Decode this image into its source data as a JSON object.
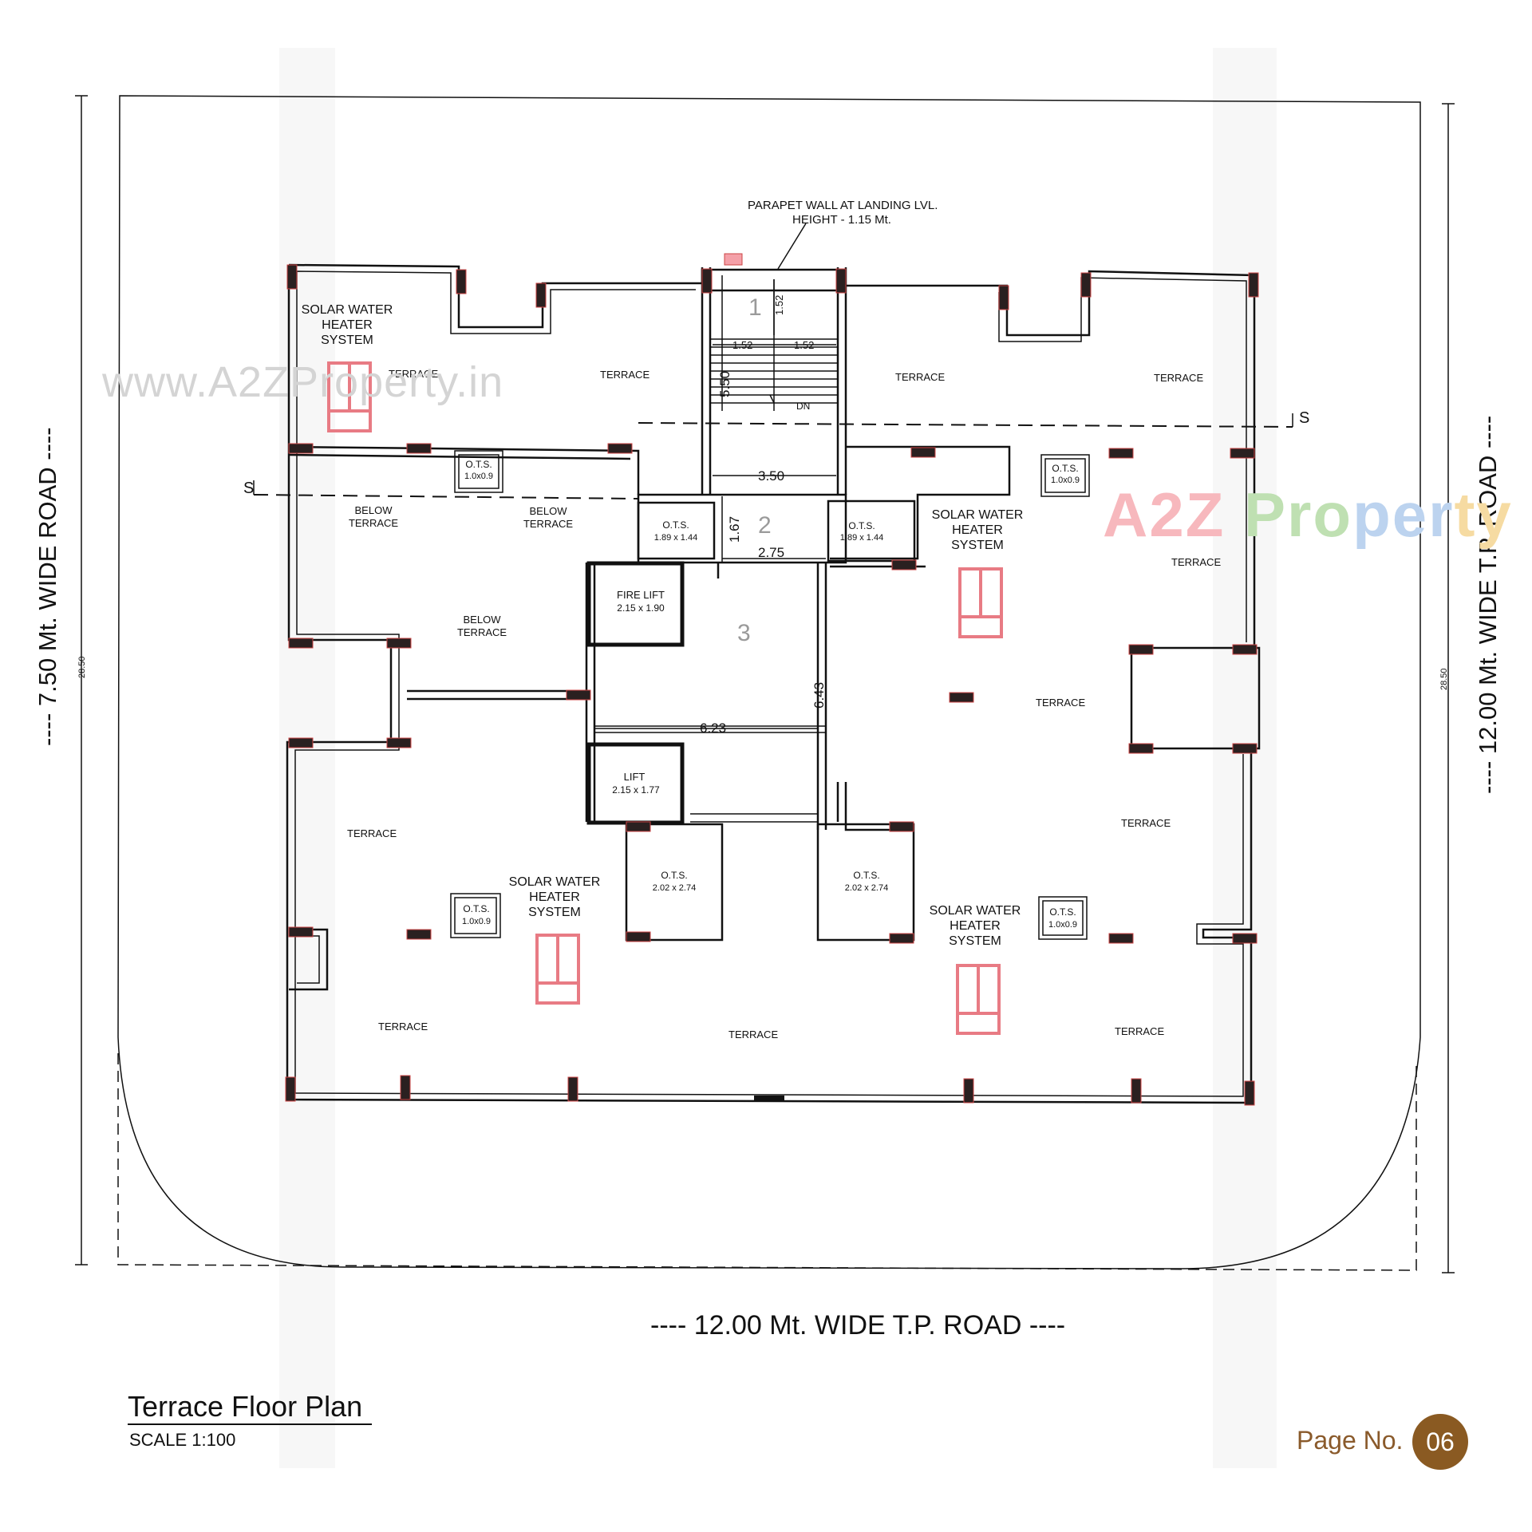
{
  "document": {
    "title": "Terrace Floor Plan",
    "scale": "SCALE 1:100",
    "page_label": "Page No.",
    "page_number": "06"
  },
  "watermarks": {
    "url": "www.A2ZProperty.in",
    "logo": "A2Z Property"
  },
  "roads": {
    "left": "---- 7.50 Mt. WIDE  ROAD ----",
    "right": "---- 12.00 Mt. WIDE T.P. ROAD ----",
    "bottom": "----  12.00 Mt. WIDE T.P. ROAD  ----"
  },
  "plot_dimensions": {
    "left": "28.50",
    "right": "28.50"
  },
  "parapet_note": [
    "PARAPET WALL AT LANDING LVL.",
    "HEIGHT - 1.15 Mt."
  ],
  "section_marker": "S",
  "labels": {
    "solar": [
      "SOLAR WATER",
      "HEATER",
      "SYSTEM"
    ],
    "terrace": "TERRACE",
    "below": [
      "BELOW",
      "TERRACE"
    ],
    "ots": "O.T.S.",
    "ots_small": "1.0x0.9",
    "ots_mid": "1.89 x 1.44",
    "ots_low": "2.02 x 2.74",
    "fire_lift": [
      "FIRE LIFT",
      "2.15 x 1.90"
    ],
    "lift": [
      "LIFT",
      "2.15 x 1.77"
    ],
    "dn": "DN"
  },
  "dimensions": {
    "d152a": "1.52",
    "d152b": "1.52",
    "d152c": "1.52",
    "d550": "5.50",
    "d350": "3.50",
    "d167": "1.67",
    "d275": "2.75",
    "d643": "6.43",
    "d623": "6.23"
  },
  "zone_numbers": [
    "1",
    "2",
    "3"
  ],
  "colors": {
    "page_badge": "#8a5a22",
    "solar_marker": "#e87b84",
    "column_accent": "#c44444"
  }
}
